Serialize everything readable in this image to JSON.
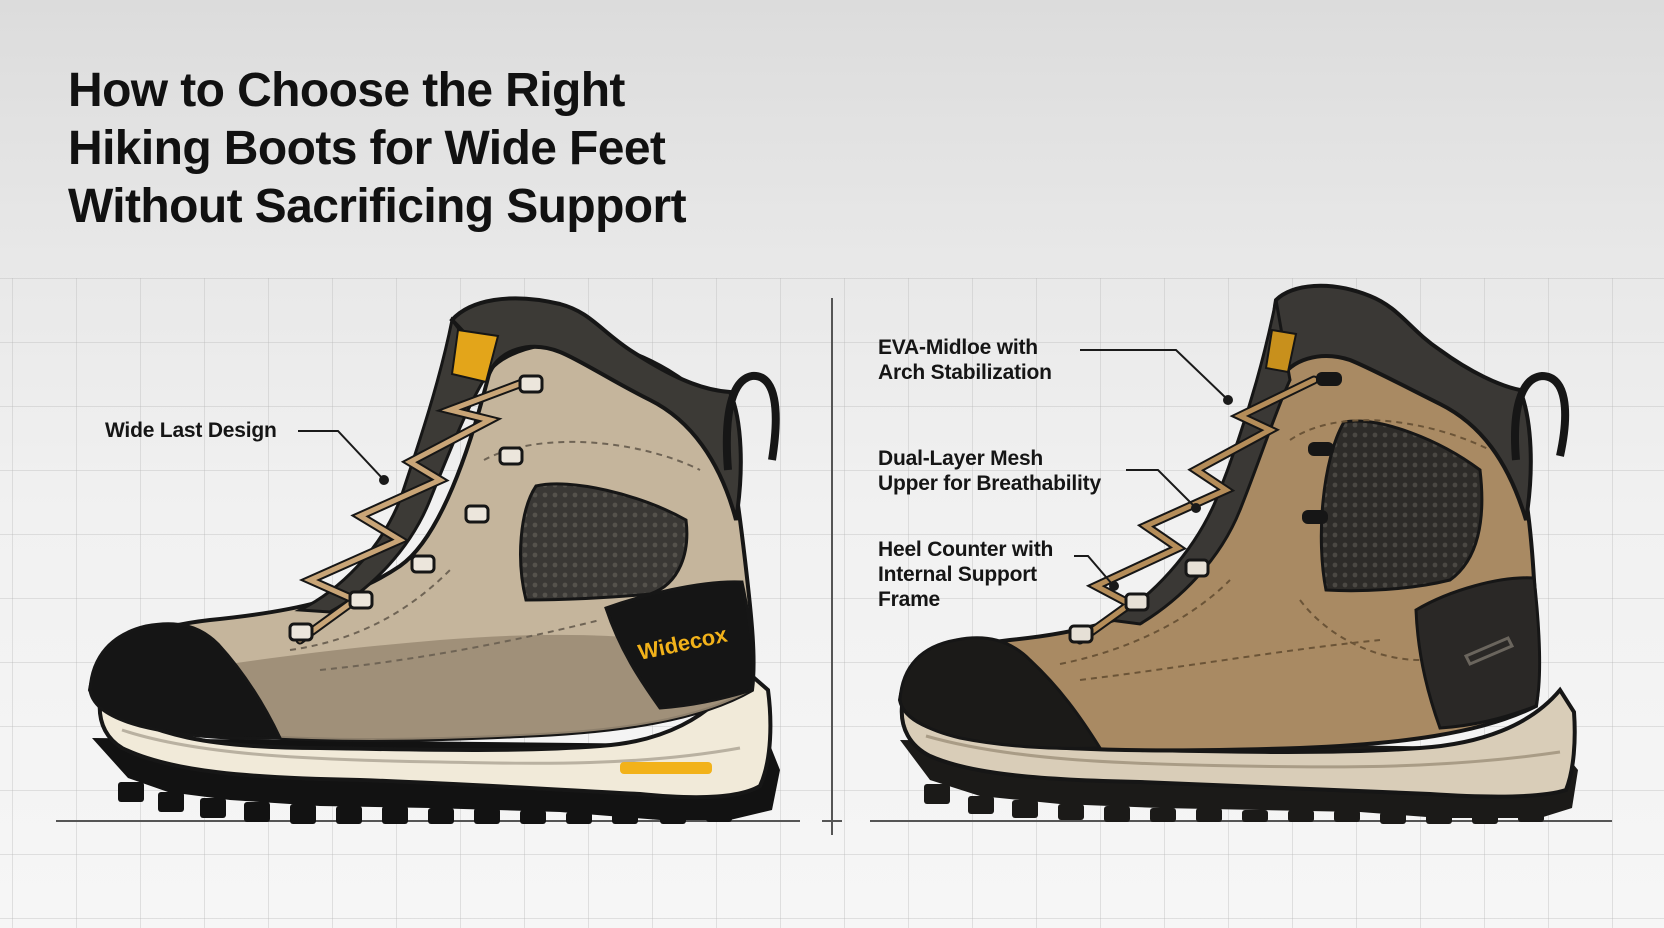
{
  "title": {
    "line1": "How to Choose the Right",
    "line2": "Hiking Boots for Wide Feet",
    "line3": "Without Sacrificing Support"
  },
  "left_boot": {
    "brand": "Widecox",
    "callouts": {
      "wide_last": "Wide Last Design"
    },
    "colors": {
      "upper": "#c5b59c",
      "collar": "#3c3a36",
      "toe_cap": "#151515",
      "midsole": "#f1ead9",
      "accent": "#f2b21a"
    }
  },
  "right_boot": {
    "callouts": {
      "eva_line1": "EVA-Midloe with",
      "eva_line2": "Arch Stabilization",
      "mesh_line1": "Dual-Layer Mesh",
      "mesh_line2": "Upper for Breathability",
      "heel_line1": "Heel Counter with",
      "heel_line2": "Internal Support",
      "heel_line3": "Frame"
    },
    "colors": {
      "upper": "#a98a63",
      "collar": "#3a3835",
      "toe_cap": "#1b1a18",
      "midsole": "#d9cdb8"
    }
  }
}
